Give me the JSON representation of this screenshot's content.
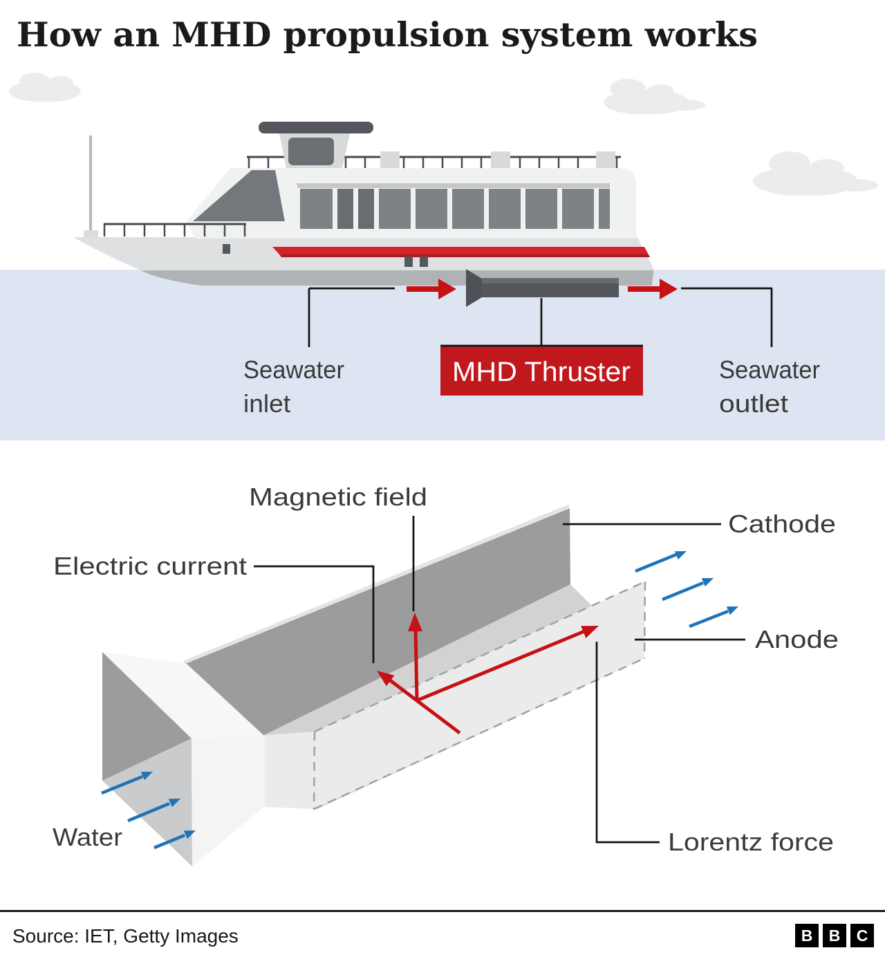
{
  "title": "How an MHD propulsion system works",
  "colors": {
    "accent_red": "#c0181d",
    "arrow_red": "#c61115",
    "arrow_blue": "#1f73b7",
    "water_blue": "#dde5f2",
    "hull_stripe_red": "#d5232b"
  },
  "ship_section": {
    "thruster_label": "MHD Thruster",
    "inlet_label_line1": "Seawater",
    "inlet_label_line2": "inlet",
    "outlet_label_line1": "Seawater",
    "outlet_label_line2": "outlet"
  },
  "duct_section": {
    "magnetic_field_label": "Magnetic field",
    "electric_current_label": "Electric current",
    "cathode_label": "Cathode",
    "anode_label": "Anode",
    "water_label": "Water",
    "lorentz_force_label": "Lorentz force"
  },
  "footer": {
    "source": "Source: IET, Getty Images",
    "logo_letters": [
      "B",
      "B",
      "C"
    ]
  }
}
